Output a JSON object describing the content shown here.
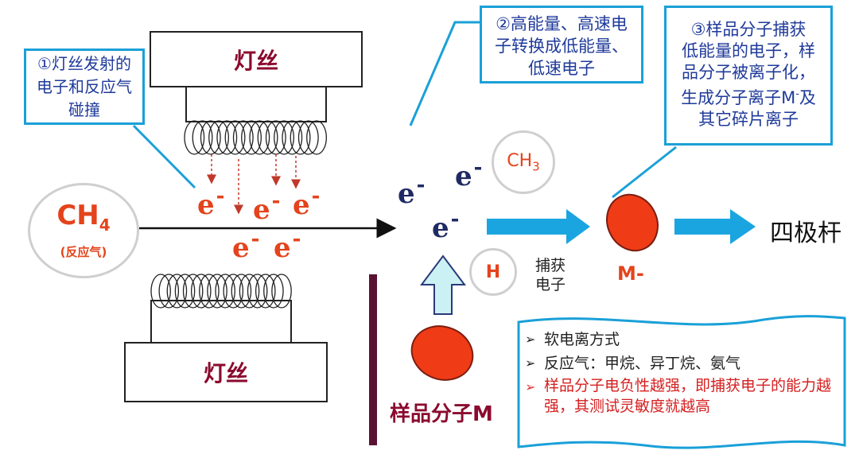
{
  "filaments": {
    "top_label": "灯丝",
    "bottom_label": "灯丝"
  },
  "notes": {
    "note1": "①灯丝发射的电子和反应气碰撞",
    "note2": "②高能量、高速电子转换成低能量、低速电子",
    "note3_lines": [
      "③样品分子捕获",
      "低能量的电子，样",
      "品分子被离子化，",
      "生成分子离子M",
      "及",
      "其它碎片离子"
    ],
    "note3_minus": "-"
  },
  "reagent": {
    "formula_main": "CH",
    "formula_sub": "4",
    "label": "(反应气)"
  },
  "electrons": {
    "symbol": "e",
    "charge": "-"
  },
  "fragments": {
    "ch3_main": "CH",
    "ch3_sub": "3",
    "h": "H"
  },
  "capture_label_lines": [
    "捕获",
    "电子"
  ],
  "ion_label": "M-",
  "quadrupole_label": "四极杆",
  "sample_label": "样品分子M",
  "info_list": [
    {
      "text": "软电离方式",
      "highlight": false
    },
    {
      "text": "反应气：甲烷、异丁烷、氨气",
      "highlight": false
    },
    {
      "text": "样品分子电负性越强，即捕获电子的能力越强，其测试灵敏度就越高",
      "highlight": true
    }
  ],
  "colors": {
    "note_border": "#1aa0d8",
    "arrow_blue": "#1ba5e0",
    "ellipse_red": "#ef3b16",
    "electron_red": "#e4431c",
    "electron_navy": "#1f2a63",
    "filament_text": "#8b0a2e",
    "bar": "#5a1234"
  }
}
